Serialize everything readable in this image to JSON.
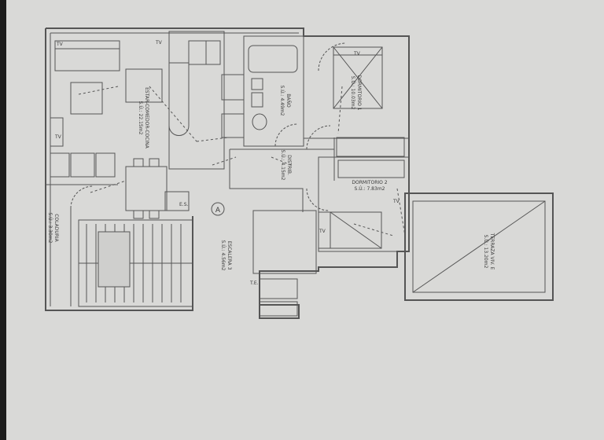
{
  "plan": {
    "rooms": [
      {
        "id": "estar",
        "name": "ESTAR-COMEDOR-COCINA",
        "area": "S.Ú.: 22.15m2"
      },
      {
        "id": "bano",
        "name": "BAÑO",
        "area": "S.Ú.: 4.49m2"
      },
      {
        "id": "dormitorio1",
        "name": "DORMITORIO 1",
        "area": "S.Ú.: 10.03m2"
      },
      {
        "id": "distrib",
        "name": "DISTRIB.",
        "area": "S.Ú.: 4.15m2"
      },
      {
        "id": "dormitorio2",
        "name": "DORMITORIO 2",
        "area": "S.Ú.: 7.83m2"
      },
      {
        "id": "coladuria",
        "name": "COLADURIA",
        "area": "S.Ú.: 3.30m2"
      },
      {
        "id": "escalera",
        "name": "ESCALERA 3",
        "area": "S.Ú.: 4.56m2"
      },
      {
        "id": "terraza",
        "name": "TERRAZA VIV. E",
        "area": "S.Ú.: 13.20m2"
      }
    ],
    "section_marker": "A",
    "small_labels": [
      "TV",
      "TV",
      "TV",
      "TV",
      "TV",
      "TV",
      "T.E.",
      "E.S."
    ]
  },
  "colors": {
    "paper": "#d9d9d7",
    "ink": "#555555",
    "dark_surround": "#1c1c1c"
  }
}
